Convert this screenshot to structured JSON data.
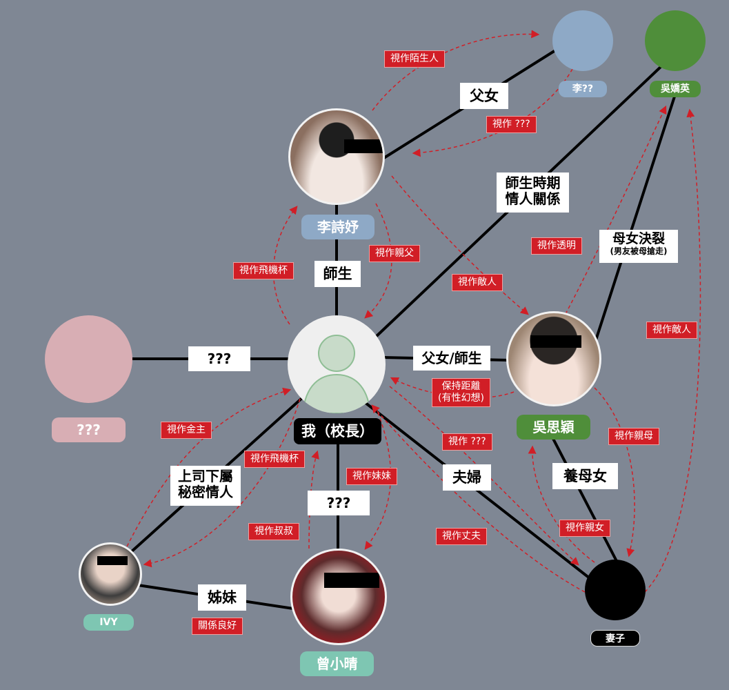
{
  "nodes": {
    "principal": {
      "label": "我（校長）",
      "color": "#c8dbc9"
    },
    "lee_shiyu": {
      "label": "李詩妤",
      "tag_color": "#8ea9c6"
    },
    "lee_father": {
      "label": "李??",
      "color": "#8ea9c6"
    },
    "wu_jiaoying": {
      "label": "吳嬌英",
      "color": "#4f8e3a"
    },
    "wu_siying": {
      "label": "吳思穎",
      "tag_color": "#4f8e3a"
    },
    "unknown": {
      "label": "???",
      "color": "#d8aeb4"
    },
    "ivy": {
      "label": "IVY",
      "tag_color": "#7ec6b2"
    },
    "zeng_xiaoqing": {
      "label": "曾小晴",
      "tag_color": "#7ec6b2"
    },
    "wife": {
      "label": "妻子",
      "color": "#000000"
    }
  },
  "relations": {
    "father_daughter": "父女",
    "teacher_student": "師生",
    "teacher_lover_1": "師生時期",
    "teacher_lover_2": "情人關係",
    "mother_split": "母女決裂",
    "mother_split_sub": "(男友被母搶走)",
    "unknown_rel": "???",
    "father_teacher": "父女/師生",
    "boss_1": "上司下屬",
    "boss_2": "秘密情人",
    "zeng_rel": "???",
    "couple": "夫婦",
    "adoptive": "養母女",
    "sisters": "姊妹"
  },
  "views": {
    "stranger": "視作陌生人",
    "unknown_q": "視作 ???",
    "dad_to_lee": "視作親父",
    "toy_lee": "視作飛機杯",
    "enemy_1": "視作敵人",
    "transparent": "視作透明",
    "enemy_2": "視作敵人",
    "distance_1": "保持距離",
    "distance_2": "(有性幻想)",
    "sponsor": "視作金主",
    "toy_2": "視作飛機杯",
    "little_sister": "視作妹妹",
    "unknown_q2": "視作 ???",
    "uncle": "視作叔叔",
    "husband": "視作丈夫",
    "mother": "視作親母",
    "daughter": "視作親女",
    "good_relation": "關係良好"
  },
  "colors": {
    "background": "#7f8794",
    "line": "#000000",
    "view_red": "#d11e26"
  }
}
